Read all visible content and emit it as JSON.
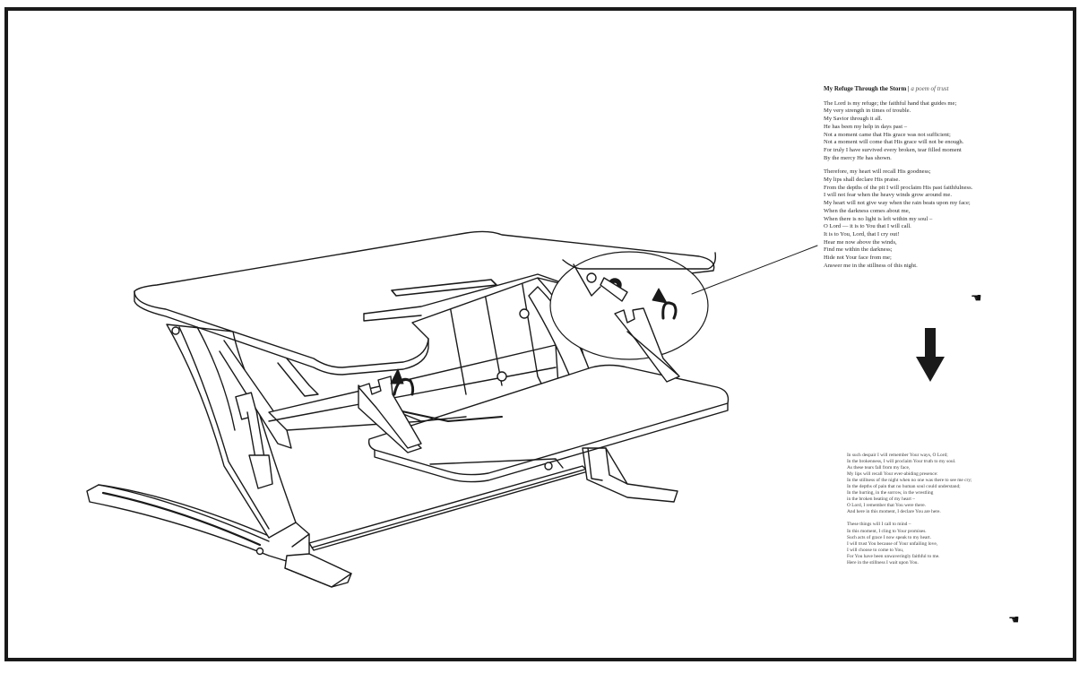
{
  "poem": {
    "title": "My Refuge Through the Storm",
    "separator": "|",
    "subtitle": "a poem of trust",
    "stanza1": [
      "The Lord is my refuge; the faithful hand that guides me;",
      "My very strength in times of trouble.",
      "My Savior through it all.",
      "He has been my help in days past –",
      "Not a moment came that His grace was not sufficient;",
      "Not a moment will come that His grace will not be enough.",
      "For truly I have survived every broken, tear filled moment",
      "By the mercy He has shown."
    ],
    "stanza2": [
      "Therefore, my heart will recall His goodness;",
      "My lips shall declare His praise.",
      "From the depths of the pit I will proclaim His past faithfulness.",
      "I will not fear when the heavy winds grow around me.",
      "My heart will not give way when the rain beats upon my face;",
      "When the darkness comes about me,",
      "When there is no light is left within my soul –",
      "O Lord — it is to You that I will call.",
      "It is to You, Lord, that I cry out!",
      "Hear me now above the winds,",
      "Find me within the darkness;",
      "Hide not Your face from me;",
      "Answer me in the stillness of this night."
    ],
    "stanza3": [
      "In such despair I will remember Your ways, O Lord;",
      "In the brokenness, I will proclaim Your truth to my soul.",
      "As these tears fall from my face,",
      "My lips will recall Your ever-abiding presence:",
      "In the stillness of the night when no one was there to see me cry;",
      "In the depths of pain that no human soul could understand;",
      "In the hurting, in the sorrow, in the wrestling",
      "in the broken beating of my heart –",
      "O Lord, I remember that You were there.",
      "And here in this moment, I declare You are here."
    ],
    "stanza4": [
      "These things will I call to mind –",
      "In this moment, I cling to Your promises.",
      "Such acts of grace I now speak to my heart.",
      "I will trust You because of Your unfailing love,",
      "I will choose to come to You,",
      "For You have been unwaveringly faithful to me.",
      "Here in the stillness I wait upon You."
    ],
    "hand_glyph": "☚"
  },
  "colors": {
    "ink": "#1a1a1a",
    "paper": "#ffffff"
  },
  "icons": [
    "down-arrow-icon",
    "curved-arrow-icon",
    "pointing-hand-icon"
  ]
}
